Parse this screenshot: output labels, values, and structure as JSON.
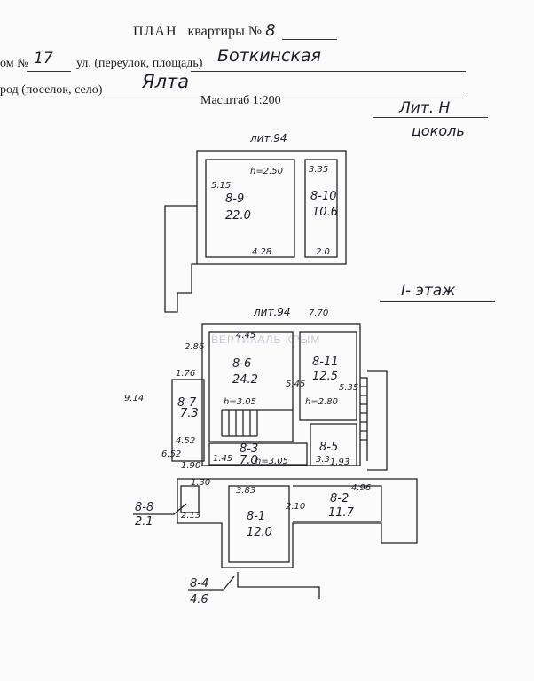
{
  "header": {
    "title_prefix": "ПЛАН",
    "title_word": "квартиры №",
    "apartment_no": "8",
    "house_label": "ом №",
    "house_no": "17",
    "street_label": "ул. (переулок, площадь)",
    "street_value": "Боткинская",
    "city_label": "род (поселок, село)",
    "city_value": "Ялта",
    "scale": "Масштаб 1:200"
  },
  "annotations": {
    "lit": "Лит. Н",
    "basement": "цоколь",
    "lit_upper": "лит.94",
    "floor": "I- этаж",
    "lit_floor": "лит.94",
    "watermark": "ВЕРТИКАЛЬ КРЫМ"
  },
  "rooms": [
    {
      "id": "8-9",
      "area": "22.0"
    },
    {
      "id": "8-10",
      "area": "10.6"
    },
    {
      "id": "8-6",
      "area": "24.2"
    },
    {
      "id": "8-11",
      "area": "12.5"
    },
    {
      "id": "8-7",
      "area": "7.3"
    },
    {
      "id": "8-3",
      "area": "7.0"
    },
    {
      "id": "8-5",
      "area": ""
    },
    {
      "id": "8-1",
      "area": "12.0"
    },
    {
      "id": "8-2",
      "area": "11.7"
    },
    {
      "id": "8-8",
      "area": "2.1"
    },
    {
      "id": "8-4",
      "area": "4.6"
    }
  ],
  "dimensions": {
    "h_upper": "h=2.50",
    "d_515": "5.15",
    "d_335": "3.35",
    "d_428": "4.28",
    "d_20": "2.0",
    "d_445": "4.45",
    "d_770": "7.70",
    "d_176": "1.76",
    "d_286": "2.86",
    "d_545": "5.45",
    "d_914": "9.14",
    "h_305": "h=3.05",
    "h_280": "h=2.80",
    "d_452": "4.52",
    "d_652": "6.52",
    "d_190": "1.90",
    "h_305b": "h=3.05",
    "d_33": "3.3",
    "d_193": "1.93",
    "d_130": "1.30",
    "d_383": "3.83",
    "d_496": "4.96",
    "d_213": "2.13",
    "d_210": "2.10",
    "d_535": "5.35",
    "d_145": "1.45"
  }
}
